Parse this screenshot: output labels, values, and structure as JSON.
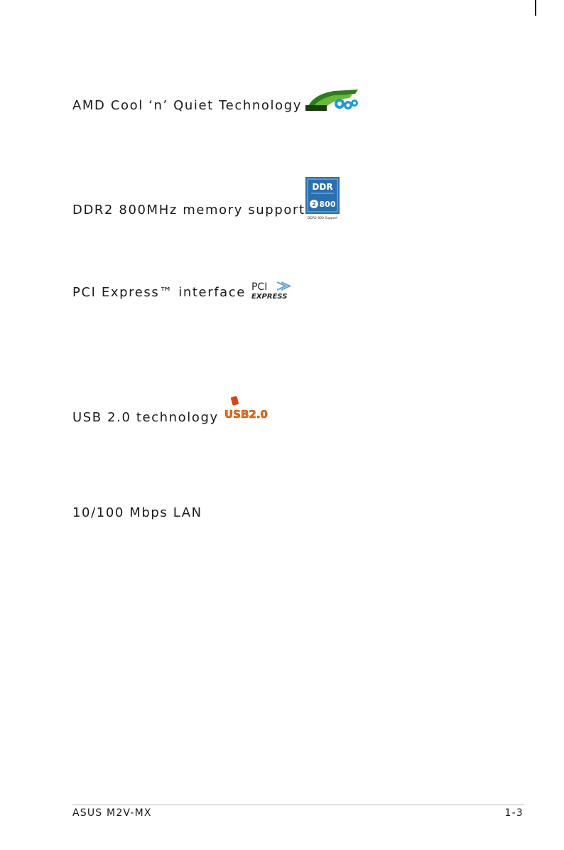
{
  "features": [
    {
      "heading": "AMD Cool ‘n’ Quiet Technology",
      "logo": "cool-n-quiet-logo-icon"
    },
    {
      "heading": "DDR2 800MHz memory support",
      "logo": "ddr2-800-logo-icon",
      "logo_text_top": "DDR",
      "logo_text_num": "800",
      "logo_text_bottom": "DDR2 800 Support"
    },
    {
      "heading": "PCI Express™ interface",
      "logo": "pci-express-logo-icon",
      "logo_text_top": "PCI",
      "logo_text_bottom": "EXPRESS"
    },
    {
      "heading": "USB 2.0 technology",
      "logo": "usb-2-logo-icon",
      "logo_text": "USB2.0"
    },
    {
      "heading": "10/100 Mbps LAN"
    }
  ],
  "footer": {
    "left": "ASUS M2V-MX",
    "right": "1-3"
  },
  "colors": {
    "heading": "#1a1a1a",
    "cnq_green": "#2e7d1c",
    "cnq_teal": "#1f9ad6",
    "ddr_blue": "#2a6fb0",
    "usb_orange": "#e8731a"
  }
}
